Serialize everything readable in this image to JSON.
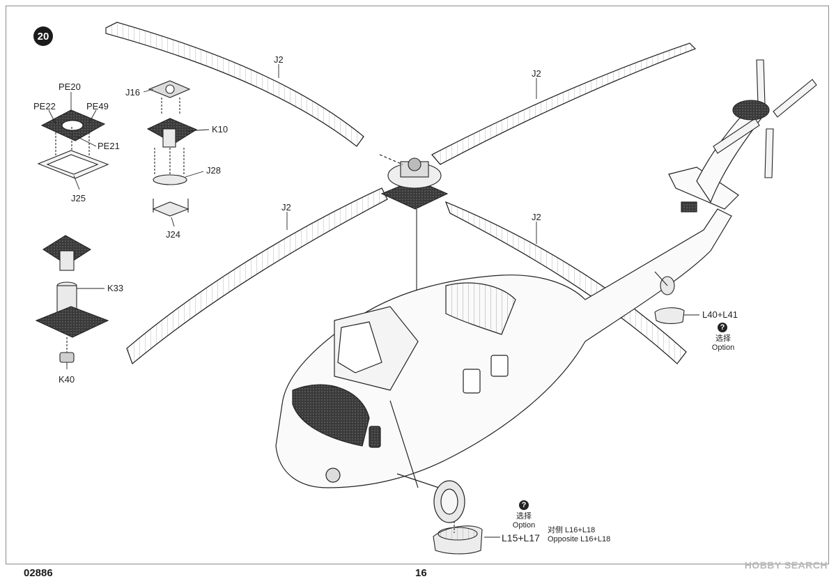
{
  "step": {
    "number": "20"
  },
  "parts": {
    "pe20": "PE20",
    "pe22": "PE22",
    "pe49": "PE49",
    "pe21": "PE21",
    "j25": "J25",
    "j16": "J16",
    "k10": "K10",
    "j28": "J28",
    "j24": "J24",
    "k33": "K33",
    "k40": "K40",
    "j2_top_left": "J2",
    "j2_top_right": "J2",
    "j2_bottom_left": "J2",
    "j2_bottom_right": "J2"
  },
  "option_rear": {
    "icon": "?",
    "cn": "选择",
    "en": "Option",
    "part": "L40+L41"
  },
  "option_front": {
    "icon": "?",
    "cn": "选择",
    "en": "Option",
    "part": "L15+L17",
    "opposite_cn": "对侧 L16+L18",
    "opposite_en": "Opposite L16+L18"
  },
  "footer": {
    "code": "02886",
    "page": "16"
  },
  "watermark": "HOBBY SEARCH"
}
